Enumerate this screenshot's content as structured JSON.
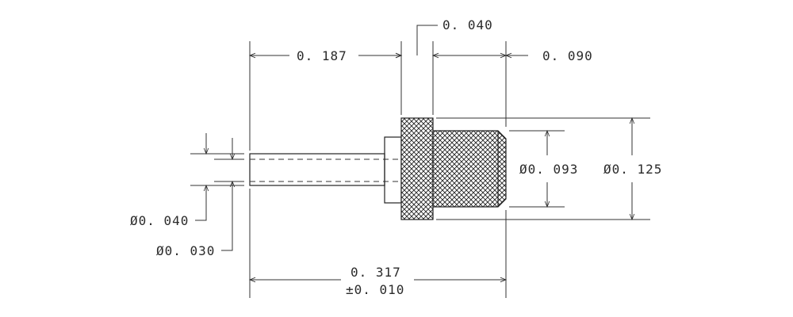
{
  "dimensions": {
    "collar_width": "0. 040",
    "pin_length": "0. 187",
    "body_length": "0. 090",
    "body_diameter": "Ø0. 093",
    "head_diameter": "Ø0. 125",
    "pin_outer_diameter": "Ø0. 040",
    "pin_inner_diameter": "Ø0. 030",
    "overall_length": "0. 317",
    "overall_tolerance": "±0. 010"
  }
}
